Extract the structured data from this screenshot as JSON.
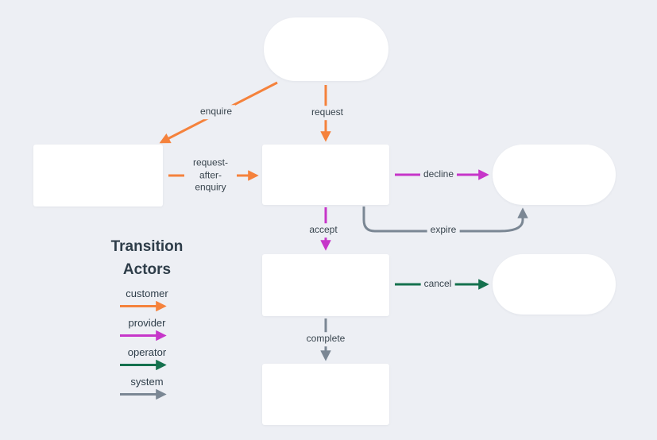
{
  "colors": {
    "customer": "#f5823c",
    "provider": "#c636c9",
    "operator": "#15714e",
    "system": "#7b8794",
    "background": "#edeff4",
    "node_fill": "#ffffff",
    "text": "#34424c"
  },
  "legend": {
    "title": "Transition Actors",
    "items": [
      {
        "label": "customer",
        "actor": "customer"
      },
      {
        "label": "provider",
        "actor": "provider"
      },
      {
        "label": "operator",
        "actor": "operator"
      },
      {
        "label": "system",
        "actor": "system"
      }
    ]
  },
  "diagram": {
    "nodes": [
      {
        "id": "top-pill",
        "shape": "pill",
        "text": ""
      },
      {
        "id": "left-rect",
        "shape": "rect",
        "text": ""
      },
      {
        "id": "center-rect",
        "shape": "rect",
        "text": ""
      },
      {
        "id": "right-pill-top",
        "shape": "pill",
        "text": ""
      },
      {
        "id": "center-rect-2",
        "shape": "rect",
        "text": ""
      },
      {
        "id": "right-pill-bottom",
        "shape": "pill",
        "text": ""
      },
      {
        "id": "bottom-rect",
        "shape": "rect",
        "text": ""
      }
    ],
    "transitions": [
      {
        "label": "enquire",
        "actor": "customer",
        "from": "top-pill",
        "to": "left-rect"
      },
      {
        "label": "request",
        "actor": "customer",
        "from": "top-pill",
        "to": "center-rect"
      },
      {
        "label": "request-after-enquiry",
        "actor": "customer",
        "from": "left-rect",
        "to": "center-rect"
      },
      {
        "label": "decline",
        "actor": "provider",
        "from": "center-rect",
        "to": "right-pill-top"
      },
      {
        "label": "accept",
        "actor": "provider",
        "from": "center-rect",
        "to": "center-rect-2"
      },
      {
        "label": "expire",
        "actor": "system",
        "from": "center-rect",
        "to": "right-pill-top"
      },
      {
        "label": "cancel",
        "actor": "operator",
        "from": "center-rect-2",
        "to": "right-pill-bottom"
      },
      {
        "label": "complete",
        "actor": "system",
        "from": "center-rect-2",
        "to": "bottom-rect"
      }
    ]
  }
}
